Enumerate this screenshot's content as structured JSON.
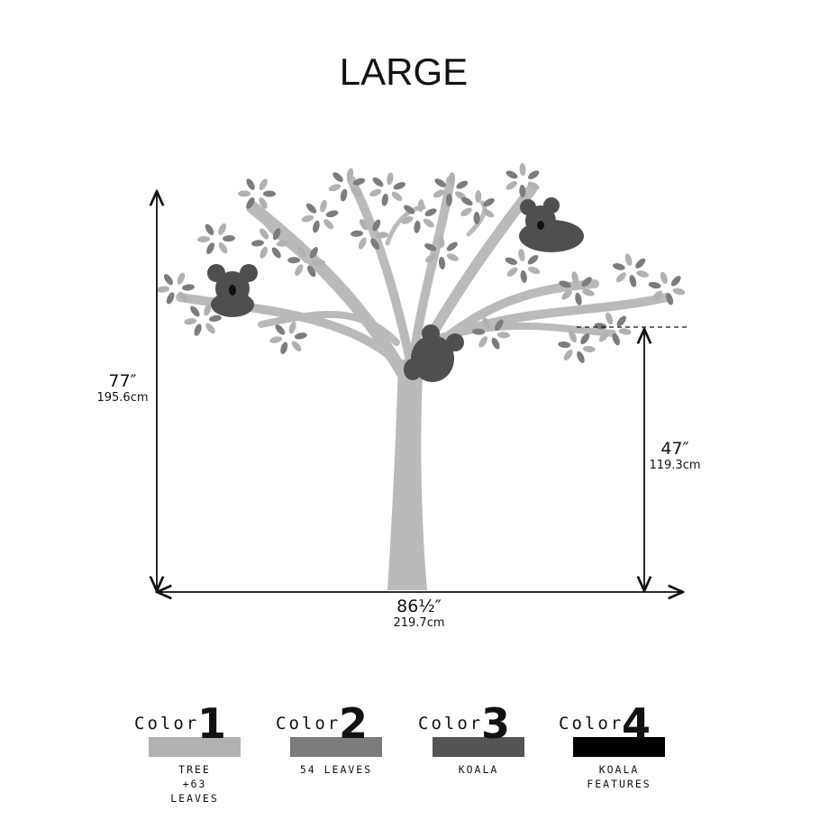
{
  "title": "LARGE",
  "dimensions": {
    "height_total": {
      "inches": "77″",
      "cm": "195.6cm"
    },
    "height_branch": {
      "inches": "47″",
      "cm": "119.3cm"
    },
    "width": {
      "inches": "86½″",
      "cm": "219.7cm"
    }
  },
  "colors": [
    {
      "word": "Color",
      "number": "1",
      "swatch": "#b3b0b0",
      "desc": [
        "TREE",
        "+63",
        "LEAVES"
      ]
    },
    {
      "word": "Color",
      "number": "2",
      "swatch": "#7d7c7c",
      "desc": [
        "54 LEAVES"
      ]
    },
    {
      "word": "Color",
      "number": "3",
      "swatch": "#545453",
      "desc": [
        "KOALA"
      ]
    },
    {
      "word": "Color",
      "number": "4",
      "swatch": "#000000",
      "desc": [
        "KOALA",
        "FEATURES"
      ]
    }
  ]
}
